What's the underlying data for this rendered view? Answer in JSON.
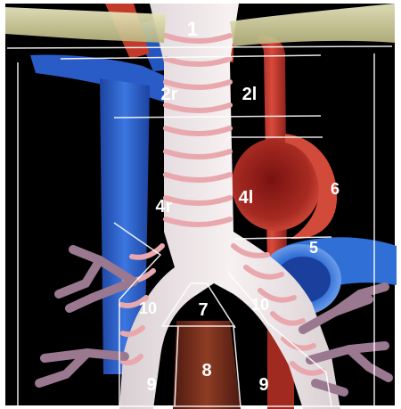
{
  "labels": {
    "station_1": "1",
    "station_2r": "2r",
    "station_2l": "2l",
    "station_4r": "4r",
    "station_4l": "4l",
    "station_5": "5",
    "station_6": "6",
    "station_7": "7",
    "station_8": "8",
    "station_9_right": "9",
    "station_9_left": "9",
    "station_10_right": "10",
    "station_10_left": "10"
  },
  "colors": {
    "background": "#000000",
    "frame": "#ffffff",
    "clavicle": "#d9d6a0",
    "vena_cava": "#2a5cc8",
    "artery": "#c1332a",
    "aortic_arch": "#8e1a16",
    "pulmonary_artery": "#2f6fd6",
    "trachea": "#efe4e6",
    "cartilage_ring": "#e8a8ad",
    "bronchus_branch": "#9a7890",
    "esophagus": "#7b2f1e",
    "zone_line": "#ffffff"
  }
}
